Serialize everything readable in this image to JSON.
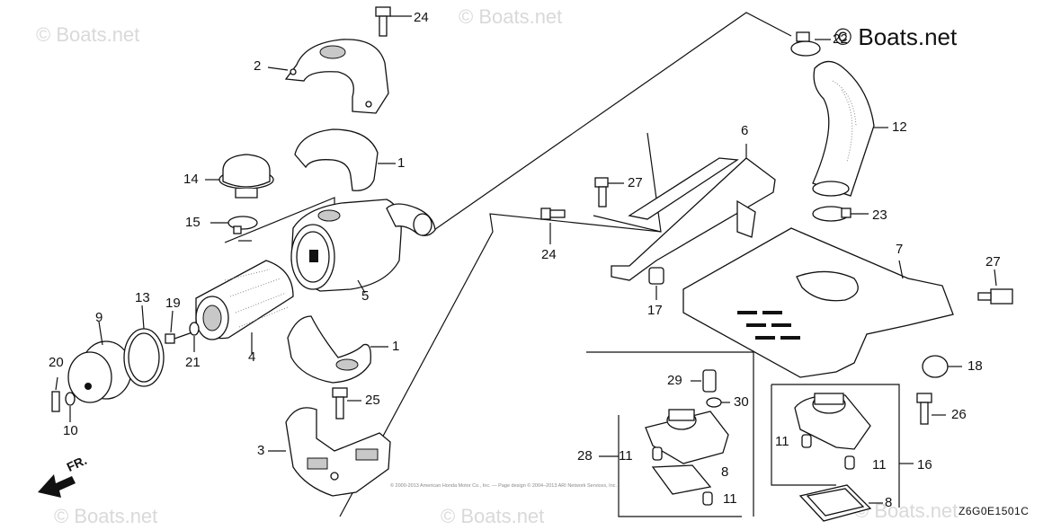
{
  "watermarks": {
    "main": "© Boats.net",
    "faint": [
      "© Boats.net",
      "© Boats.net",
      "© Boats.net",
      "© Boats.net",
      "© Boats.net"
    ]
  },
  "diagram_code": "Z6G0E1501C",
  "front_indicator": "FR.",
  "copyright_fine_print": "© 2000-2013 American Honda Motor Co., Inc. — Page design © 2004–2013 ARI Network Services, Inc.",
  "callouts": {
    "c1a": "1",
    "c1b": "1",
    "c2": "2",
    "c3": "3",
    "c4": "4",
    "c5": "5",
    "c6": "6",
    "c7": "7",
    "c8a": "8",
    "c8b": "8",
    "c9": "9",
    "c10": "10",
    "c11a": "11",
    "c11b": "11",
    "c11c": "11",
    "c11d": "11",
    "c12": "12",
    "c13": "13",
    "c14": "14",
    "c15": "15",
    "c16": "16",
    "c17": "17",
    "c18": "18",
    "c19": "19",
    "c20": "20",
    "c21": "21",
    "c22": "22",
    "c23": "23",
    "c24a": "24",
    "c24b": "24",
    "c25": "25",
    "c26": "26",
    "c27a": "27",
    "c27b": "27",
    "c28": "28",
    "c29": "29",
    "c30": "30"
  }
}
